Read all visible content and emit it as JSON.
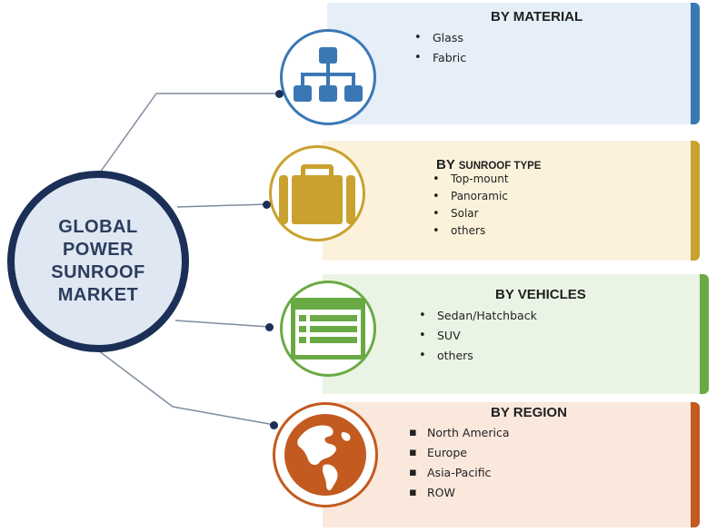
{
  "hub": {
    "title_lines": [
      "GLOBAL",
      "POWER",
      "SUNROOF",
      "MARKET"
    ]
  },
  "segments": [
    {
      "heading": "BY MATERIAL",
      "items": [
        "Glass",
        "Fabric"
      ],
      "icon": "hierarchy-icon",
      "color": "#3a78b5",
      "panel_bg": "#e6eef8"
    },
    {
      "heading_main": "BY ",
      "heading_small": "SUNROOF TYPE",
      "items": [
        "Top-mount",
        "Panoramic",
        "Solar",
        "others"
      ],
      "icon": "briefcase-icon",
      "color": "#c9a12e",
      "panel_bg": "#fcf2dc"
    },
    {
      "heading": "BY VEHICLES",
      "items": [
        "Sedan/Hatchback",
        "SUV",
        "others"
      ],
      "icon": "list-window-icon",
      "color": "#6aaa44",
      "panel_bg": "#eaf4e4"
    },
    {
      "heading": "BY REGION",
      "items": [
        "North America",
        "Europe",
        "Asia-Pacific",
        "ROW"
      ],
      "icon": "globe-icon",
      "color": "#c35a1f",
      "panel_bg": "#fbe8dd"
    }
  ]
}
